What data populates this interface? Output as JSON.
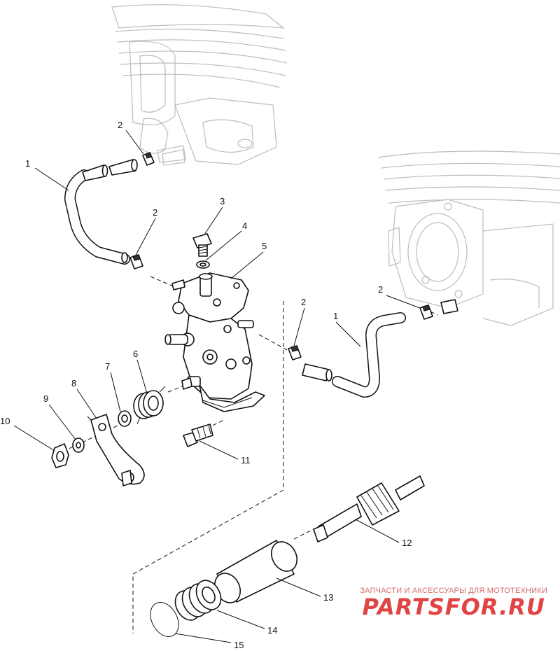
{
  "callouts": [
    {
      "id": "1a",
      "text": "1"
    },
    {
      "id": "1b",
      "text": "1"
    },
    {
      "id": "2a",
      "text": "2"
    },
    {
      "id": "2b",
      "text": "2"
    },
    {
      "id": "2c",
      "text": "2"
    },
    {
      "id": "2d",
      "text": "2"
    },
    {
      "id": "3",
      "text": "3"
    },
    {
      "id": "4",
      "text": "4"
    },
    {
      "id": "5",
      "text": "5"
    },
    {
      "id": "6",
      "text": "6"
    },
    {
      "id": "7",
      "text": "7"
    },
    {
      "id": "8",
      "text": "8"
    },
    {
      "id": "9",
      "text": "9"
    },
    {
      "id": "10",
      "text": "10"
    },
    {
      "id": "11",
      "text": "11"
    },
    {
      "id": "12",
      "text": "12"
    },
    {
      "id": "13",
      "text": "13"
    },
    {
      "id": "14",
      "text": "14"
    },
    {
      "id": "15",
      "text": "15"
    }
  ],
  "watermark": {
    "caption": "ЗАПЧАСТИ И АКСЕССУАРЫ ДЛЯ МОТОТЕХНИКИ",
    "brand": "PARTSFOR.RU",
    "color": "#e04545"
  }
}
